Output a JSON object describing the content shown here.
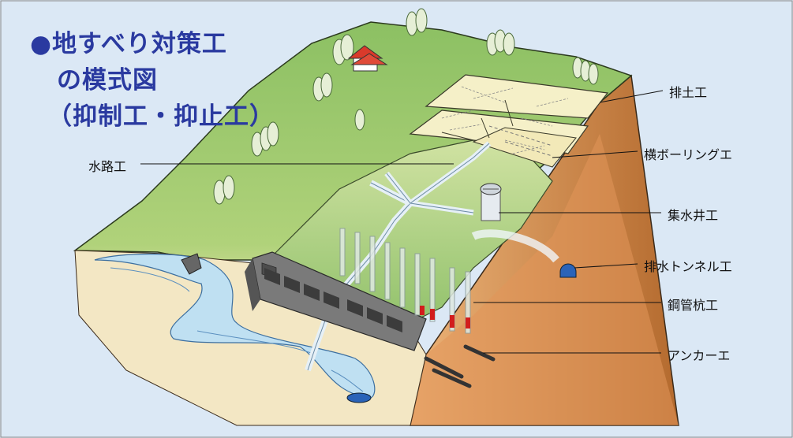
{
  "title": {
    "bullet": "●",
    "line1": "地すべり対策工",
    "line2": "の模式図",
    "line3": "（抑制工・抑止工）"
  },
  "labels": {
    "drainage_channel": "水路工",
    "earth_removal": "排土工",
    "horizontal_boring": "横ボーリングエ",
    "catchment_well": "集水井工",
    "drainage_tunnel": "排水トンネル工",
    "steel_pipe_pile": "鋼管杭工",
    "anchor": "アンカーエ"
  },
  "colors": {
    "background": "#dbe8f5",
    "title": "#2a3aa0",
    "hill_green": "#8cc063",
    "soil": "#e8a062",
    "river": "#bfe0f2",
    "pile_red": "#d21d1d"
  }
}
